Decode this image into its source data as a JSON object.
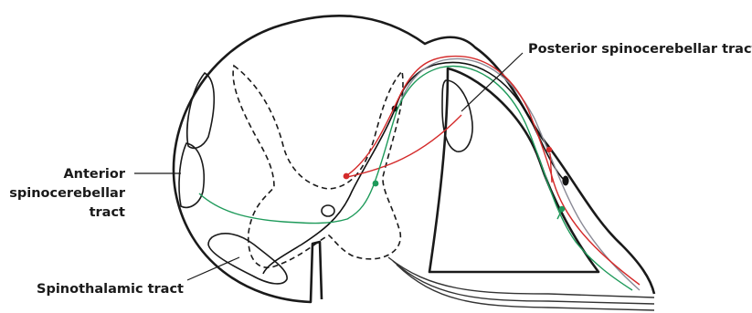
{
  "labels": {
    "posterior_spinocerebellar": "Posterior spinocerebellar tract",
    "anterior_spinocerebellar_line1": "Anterior",
    "anterior_spinocerebellar_line2": "spinocerebellar",
    "anterior_spinocerebellar_line3": "tract",
    "spinothalamic": "Spinothalamic tract"
  },
  "colors": {
    "outline": "#1a1a1a",
    "red_pathway": "#d42a2a",
    "green_pathway": "#1e9a5a",
    "gray_pathway": "#8a8a96",
    "black_pathway": "#111111"
  }
}
